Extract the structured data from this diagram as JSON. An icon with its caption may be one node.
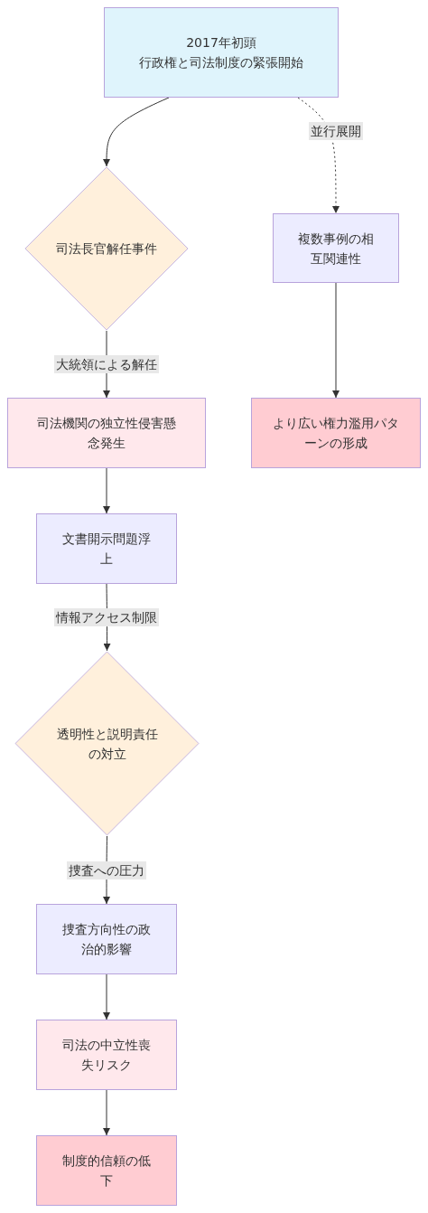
{
  "diagram": {
    "nodes": [
      {
        "text": [
          "2017年初頭",
          "行政権と司法制度の緊張開始"
        ]
      },
      {
        "text": [
          "司法長官解任事件"
        ]
      },
      {
        "text": [
          "複数事例の相互関連性"
        ]
      },
      {
        "text": [
          "司法機関の独立性侵害懸念発生"
        ]
      },
      {
        "text": [
          "より広い権力濫用パターンの形成"
        ]
      },
      {
        "text": [
          "文書開示問題浮上"
        ]
      },
      {
        "text": [
          "透明性と説明責任の対立"
        ]
      },
      {
        "text": [
          "捜査方向性の政治的影響"
        ]
      },
      {
        "text": [
          "司法の中立性喪失リスク"
        ]
      },
      {
        "text": [
          "制度的信頼の低下"
        ]
      }
    ],
    "edges": [
      {
        "from": 0,
        "to": 1,
        "arrow": "to"
      },
      {
        "from": 0,
        "to": 2,
        "arrow": "to",
        "label": "並行展開",
        "style": "dashed"
      },
      {
        "from": 1,
        "to": 3,
        "arrow": "to",
        "label": "大統領による解任"
      },
      {
        "from": 2,
        "to": 4,
        "arrow": "to"
      },
      {
        "from": 3,
        "to": 5,
        "arrow": "to"
      },
      {
        "from": 5,
        "to": 6,
        "arrow": "to",
        "label": "情報アクセス制限"
      },
      {
        "from": 6,
        "to": 7,
        "arrow": "to",
        "label": "捜査への圧力"
      },
      {
        "from": 7,
        "to": 8,
        "arrow": "to"
      },
      {
        "from": 8,
        "to": 9,
        "arrow": "to"
      }
    ]
  }
}
